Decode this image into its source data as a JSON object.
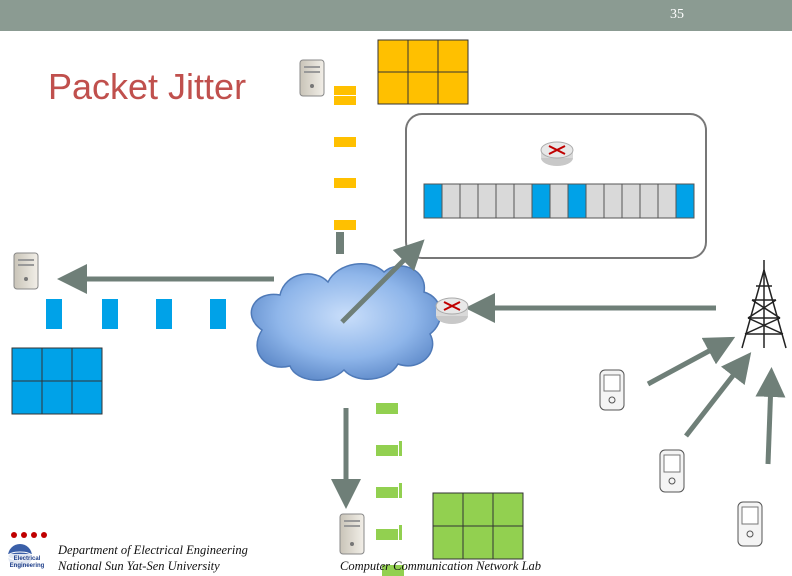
{
  "slide": {
    "page_number": "35",
    "title": "Packet Jitter",
    "footer_dept": "Department of Electrical Engineering",
    "footer_univ": "National Sun Yat-Sen University",
    "footer_lab": "Computer Communication Network Lab",
    "logo_text": "Electrical Engineering"
  },
  "colors": {
    "header_bar": "#8b9b92",
    "title": "#c0504d",
    "yellow_packet": "#ffc000",
    "blue_packet": "#00a2e8",
    "green_packet": "#92d050",
    "arrow": "#6f7f78",
    "queue_empty": "#d9d9d9"
  },
  "icons": [
    "server-icon",
    "router-icon",
    "cloud-icon",
    "cell-tower-icon",
    "pda-icon",
    "university-logo"
  ]
}
